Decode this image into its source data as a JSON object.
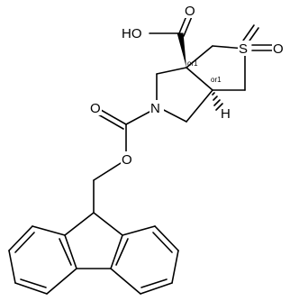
{
  "atom_labels": {
    "carboxyl_oh": "HO",
    "carboxyl_o": "O",
    "sulfur": "S",
    "sulfonyl_o": "O",
    "nitrogen": "N",
    "carbamate_o": "O",
    "ester_o": "O",
    "ring_h": "H"
  },
  "stereo_labels": {
    "c3a": "or1",
    "c6a": "or1"
  }
}
